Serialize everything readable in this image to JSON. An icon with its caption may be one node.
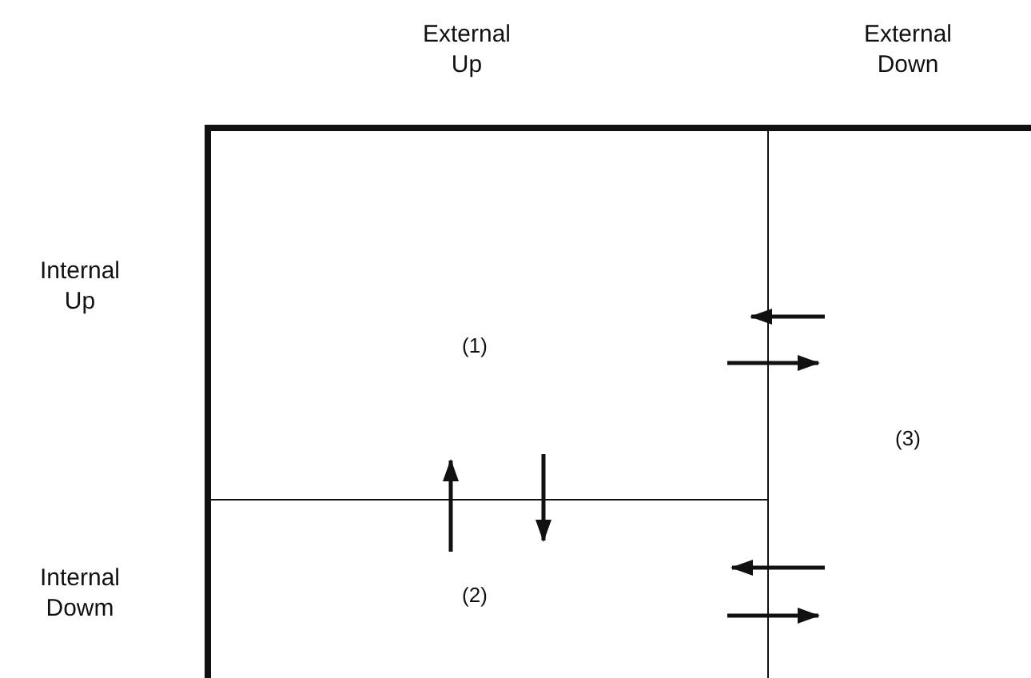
{
  "diagram": {
    "nodes": [
      {
        "text": [
          "(1)"
        ]
      },
      {
        "text": [
          "(2)"
        ]
      },
      {
        "text": [
          "(3)"
        ]
      }
    ],
    "edges": [
      {
        "from": 2,
        "to": 0,
        "arrow": "to"
      },
      {
        "from": 0,
        "to": 2,
        "arrow": "to"
      },
      {
        "from": 1,
        "to": 0,
        "arrow": "to"
      },
      {
        "from": 0,
        "to": 1,
        "arrow": "to"
      },
      {
        "from": 2,
        "to": 1,
        "arrow": "to"
      },
      {
        "from": 1,
        "to": 2,
        "arrow": "to"
      }
    ],
    "labels": [
      "External Up",
      "External Down",
      "Internal Up",
      "Internal Dowm"
    ]
  }
}
